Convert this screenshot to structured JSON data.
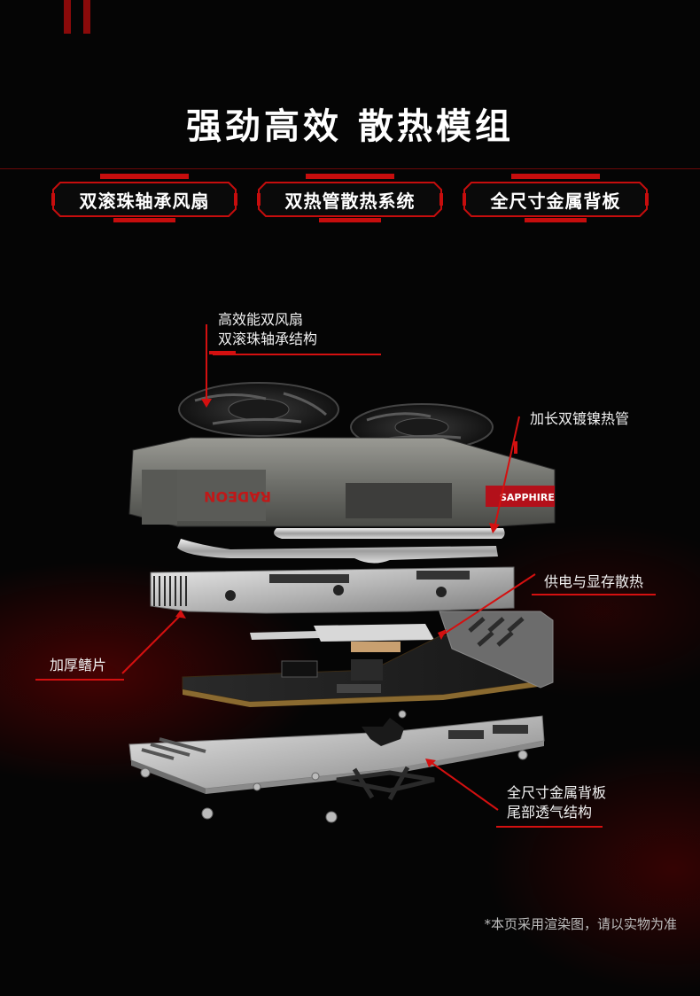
{
  "headline": "强劲高效  散热模组",
  "features": [
    {
      "label": "双滚珠轴承风扇"
    },
    {
      "label": "双热管散热系统"
    },
    {
      "label": "全尺寸金属背板"
    }
  ],
  "callouts": {
    "fans": {
      "line1": "高效能双风扇",
      "line2": "双滚珠轴承结构"
    },
    "heatpipes": {
      "line1": "加长双镀镍热管"
    },
    "vrm": {
      "line1": "供电与显存散热"
    },
    "fins": {
      "line1": "加厚鳍片"
    },
    "backplate": {
      "line1": "全尺寸金属背板",
      "line2": "尾部透气结构"
    }
  },
  "brand_marks": {
    "shroud_left": "RADEON",
    "shroud_right": "SAPPHIRE"
  },
  "footnote": "*本页采用渲染图，请以实物为准",
  "colors": {
    "accent": "#d41010",
    "background": "#050505"
  }
}
